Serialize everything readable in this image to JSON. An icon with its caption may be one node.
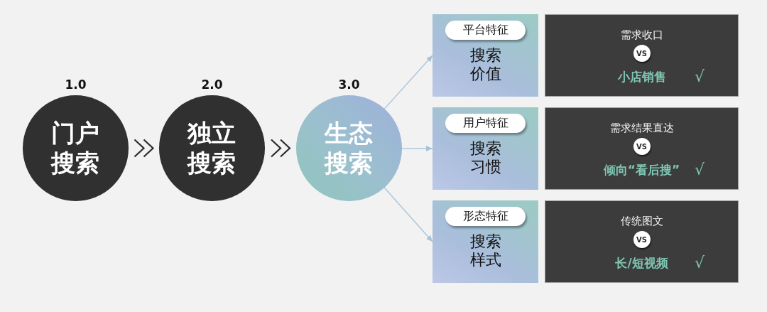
{
  "diagram": {
    "nodes": [
      {
        "text": [
          "门户搜索"
        ],
        "beside": [
          "1.0"
        ]
      },
      {
        "text": [
          "独立搜索"
        ],
        "beside": [
          "2.0"
        ]
      },
      {
        "text": [
          "生态搜索"
        ],
        "beside": [
          "3.0"
        ]
      },
      {
        "text": [
          "搜索价值"
        ]
      },
      {
        "text": [
          "平台特征"
        ],
        "in": 3
      },
      {
        "text": [
          "需求收口",
          "小店销售",
          "√"
        ]
      },
      {
        "text": [
          "VS"
        ],
        "in": 5
      },
      {
        "text": [
          "搜索习惯"
        ]
      },
      {
        "text": [
          "用户特征"
        ],
        "in": 7
      },
      {
        "text": [
          "需求结果直达",
          "倾向“看后搜”",
          "√"
        ]
      },
      {
        "text": [
          "VS"
        ],
        "in": 9
      },
      {
        "text": [
          "搜索样式"
        ]
      },
      {
        "text": [
          "形态特征"
        ],
        "in": 11
      },
      {
        "text": [
          "传统图文",
          "长/短视频",
          "√"
        ]
      },
      {
        "text": [
          "VS"
        ],
        "in": 13
      }
    ],
    "edges": [
      {
        "from": 0,
        "to": 1,
        "arrow": "to",
        "color": "#2b2b2b"
      },
      {
        "from": 1,
        "to": 2,
        "arrow": "to",
        "color": "#2b2b2b"
      },
      {
        "from": 2,
        "to": 3,
        "arrow": "to"
      },
      {
        "from": 2,
        "to": 7,
        "arrow": "to"
      },
      {
        "from": 2,
        "to": 11,
        "arrow": "to"
      }
    ]
  }
}
